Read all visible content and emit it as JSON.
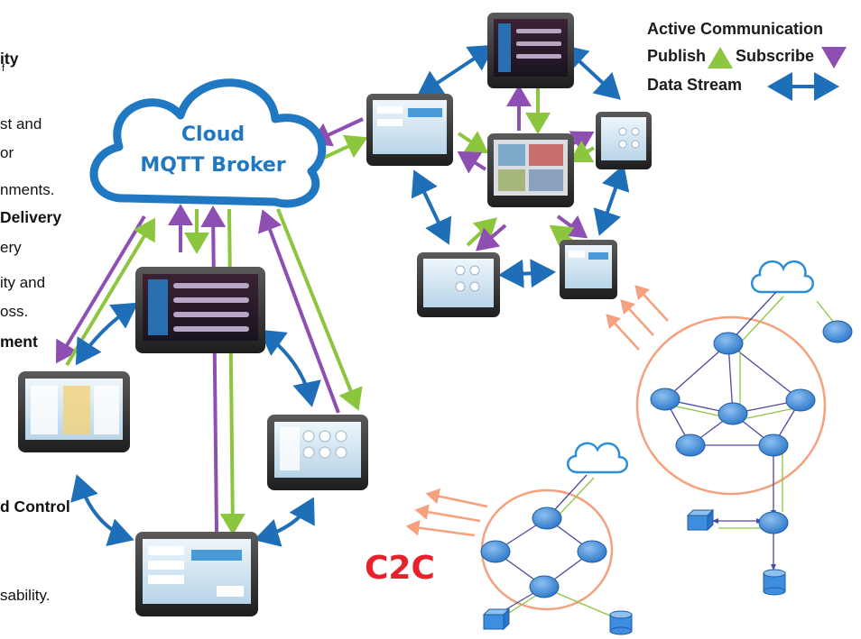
{
  "side_text": {
    "line1": "ity",
    "line2": "f",
    "line3": "st and",
    "line4": "or",
    "line5": "nments.",
    "line6": "Delivery",
    "line7": "ery",
    "line8": "ity and",
    "line9": "oss.",
    "line10": "ment",
    "line11": "d Control",
    "line12": "sability."
  },
  "legend": {
    "title": "Active Communication",
    "publish": "Publish",
    "subscribe": "Subscribe",
    "stream": "Data Stream"
  },
  "cloud": {
    "line1": "Cloud",
    "line2": "MQTT Broker"
  },
  "c2c_label": "C2C",
  "colors": {
    "publish": "#8cc63f",
    "subscribe": "#8e4fb3",
    "stream": "#1f6fb8",
    "c2c": "#e8202a",
    "peach": "#f6a07e",
    "node": "#3d8ee0",
    "cloud": "#1f78c1"
  }
}
